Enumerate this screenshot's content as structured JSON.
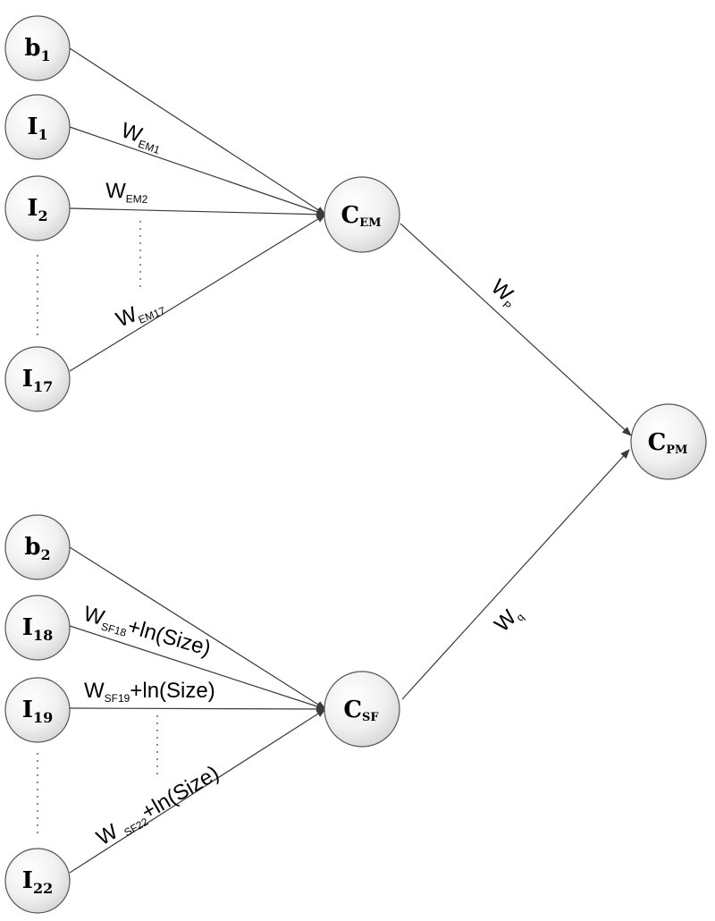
{
  "nodes": {
    "b1": {
      "main": "b",
      "sub": "1"
    },
    "i1": {
      "main": "I",
      "sub": "1"
    },
    "i2": {
      "main": "I",
      "sub": "2"
    },
    "i17": {
      "main": "I",
      "sub": "17"
    },
    "b2": {
      "main": "b",
      "sub": "2"
    },
    "i18": {
      "main": "I",
      "sub": "18"
    },
    "i19": {
      "main": "I",
      "sub": "19"
    },
    "i22": {
      "main": "I",
      "sub": "22"
    },
    "cem": {
      "main": "C",
      "sub": "EM"
    },
    "csf": {
      "main": "C",
      "sub": "SF"
    },
    "cpm": {
      "main": "C",
      "sub": "PM"
    }
  },
  "edges": {
    "w_em1": {
      "main": "W",
      "sub": "EM1"
    },
    "w_em2": {
      "main": "W",
      "sub": "EM2"
    },
    "w_em17": {
      "main": "W",
      "sub": "EM17"
    },
    "w_sf18": {
      "main": "W",
      "sub": "SF18",
      "suffix": "+ln(Size)"
    },
    "w_sf19": {
      "main": "W",
      "sub": "SF19",
      "suffix": "+ln(Size)"
    },
    "w_sf22": {
      "main": "W ",
      "sub": "SF22",
      "suffix": "+ln(Size)"
    },
    "w_p": {
      "main": "W",
      "sub": "P"
    },
    "w_q": {
      "main": "W",
      "sub": "q"
    }
  }
}
